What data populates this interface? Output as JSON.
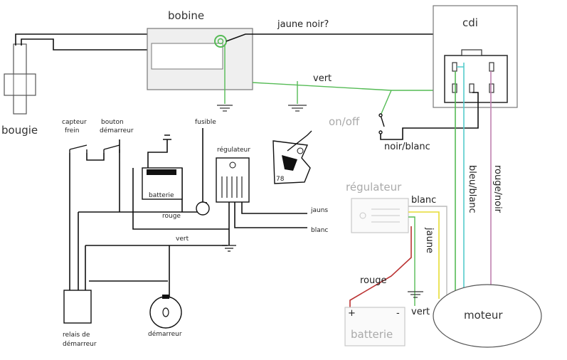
{
  "colors": {
    "green": "#55bb55",
    "cyan": "#55cccc",
    "mauve": "#c080b0",
    "red": "#bb3333",
    "yellow": "#e6dc33",
    "grey": "#bbbbbb",
    "black": "#111111"
  },
  "labels": {
    "bobine": "bobine",
    "cdi": "cdi",
    "bougie": "bougie",
    "jaune_noir": "jaune noir?",
    "vert_top": "vert",
    "on_off": "on/off",
    "noir_blanc": "noir/blanc",
    "bleu_blanc": "bleu/blanc",
    "rouge_noir": "rouge/noir",
    "regulateur": "régulateur",
    "blanc_right": "blanc",
    "jaune_right": "jaune",
    "rouge_right": "rouge",
    "vert_right": "vert",
    "batterie_right": "batterie",
    "moteur": "moteur",
    "plus": "+",
    "minus": "-",
    "capteur_frein_1": "capteur",
    "capteur_frein_2": "frein",
    "bouton_demarreur_1": "bouton",
    "bouton_demarreur_2": "démarreur",
    "fusible": "fusible",
    "regulateur_left": "régulateur",
    "batterie_left": "batterie",
    "rouge_left": "rouge",
    "vert_left": "vert",
    "jaune_left": "jauns",
    "blanc_left": "blanc",
    "relais_1": "relais de",
    "relais_2": "démarreur",
    "demarreur": "démarreur",
    "logo_number": "78"
  }
}
